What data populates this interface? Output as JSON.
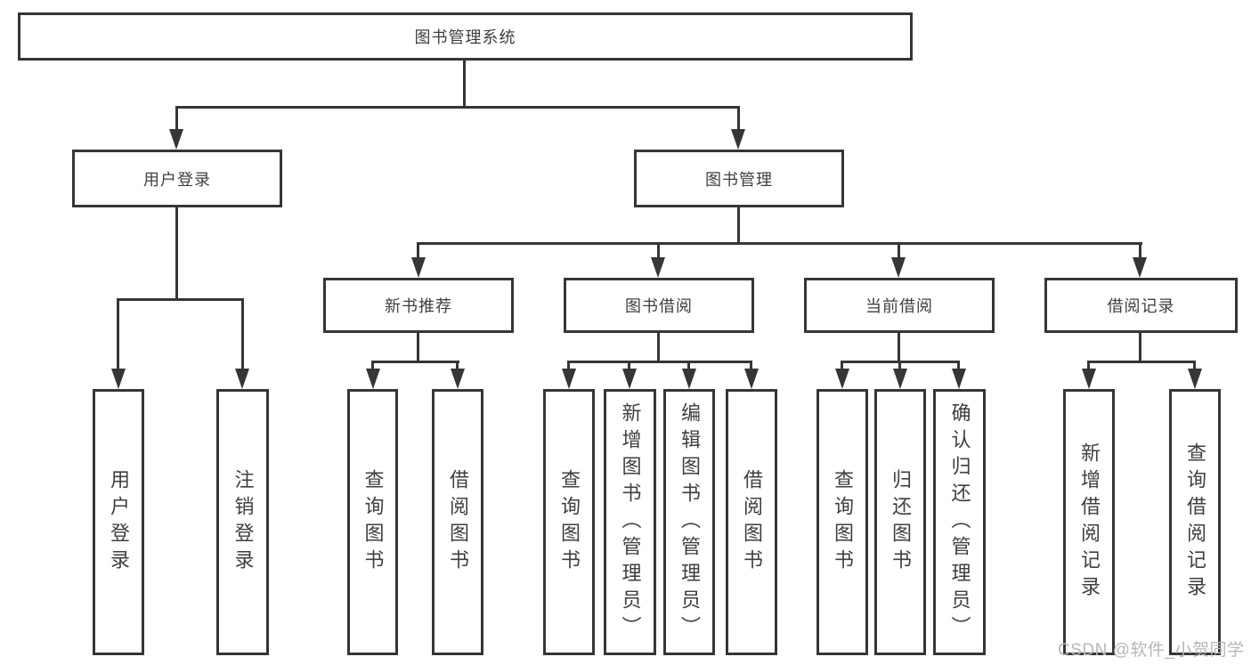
{
  "tree": {
    "label": "图书管理系统",
    "children": [
      {
        "label": "用户登录",
        "children": [
          {
            "label": "用户登录"
          },
          {
            "label": "注销登录"
          }
        ]
      },
      {
        "label": "图书管理",
        "children": [
          {
            "label": "新书推荐",
            "children": [
              {
                "label": "查询图书"
              },
              {
                "label": "借阅图书"
              }
            ]
          },
          {
            "label": "图书借阅",
            "children": [
              {
                "label": "查询图书"
              },
              {
                "label": "新增图书（管理员）"
              },
              {
                "label": "编辑图书（管理员）"
              },
              {
                "label": "借阅图书"
              }
            ]
          },
          {
            "label": "当前借阅",
            "children": [
              {
                "label": "查询图书"
              },
              {
                "label": "归还图书"
              },
              {
                "label": "确认归还（管理员）"
              }
            ]
          },
          {
            "label": "借阅记录",
            "children": [
              {
                "label": "新增借阅记录"
              },
              {
                "label": "查询借阅记录"
              }
            ]
          }
        ]
      }
    ]
  },
  "watermark": {
    "text": "CSDN @软件_小贺同学"
  },
  "colors": {
    "line": "#363636",
    "text": "#3f3f3f",
    "watermark": "#b7b7bb",
    "background": "#ffffff"
  }
}
